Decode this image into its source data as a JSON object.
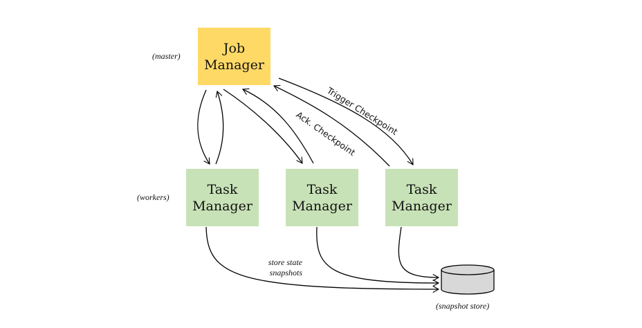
{
  "colors": {
    "job_manager": "#FFD966",
    "task_manager": "#C8E2B7",
    "store_fill": "#D8D8D8",
    "stroke": "#000000"
  },
  "nodes": {
    "job_manager": {
      "label": "Job\nManager"
    },
    "task_managers": [
      {
        "label": "Task\nManager"
      },
      {
        "label": "Task\nManager"
      },
      {
        "label": "Task\nManager"
      }
    ],
    "snapshot_store": {
      "label": "(snapshot store)"
    }
  },
  "annotations": {
    "master": "(master)",
    "workers": "(workers)",
    "store_state": "store state\nsnapshots"
  },
  "edges": {
    "trigger": "Trigger Checkpoint",
    "ack": "Ack. Checkpoint"
  }
}
